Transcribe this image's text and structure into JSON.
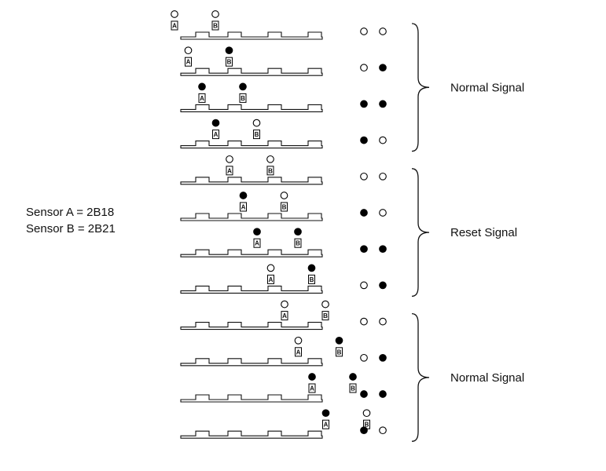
{
  "sensor_info": {
    "line_a": "Sensor A = 2B18",
    "line_b": "Sensor B = 2B21"
  },
  "sensor_letters": {
    "a": "A",
    "b": "B"
  },
  "groups": [
    {
      "label": "Normal Signal",
      "rows": [
        0,
        3
      ]
    },
    {
      "label": "Reset Signal",
      "rows": [
        4,
        7
      ]
    },
    {
      "label": "Normal Signal",
      "rows": [
        8,
        11
      ]
    }
  ],
  "states": [
    {
      "a": "open",
      "b": "open"
    },
    {
      "a": "open",
      "b": "filled"
    },
    {
      "a": "filled",
      "b": "filled"
    },
    {
      "a": "filled",
      "b": "open"
    },
    {
      "a": "open",
      "b": "open"
    },
    {
      "a": "filled",
      "b": "open"
    },
    {
      "a": "filled",
      "b": "filled"
    },
    {
      "a": "open",
      "b": "filled"
    },
    {
      "a": "open",
      "b": "open"
    },
    {
      "a": "open",
      "b": "filled"
    },
    {
      "a": "filled",
      "b": "filled"
    },
    {
      "a": "filled",
      "b": "open"
    }
  ]
}
